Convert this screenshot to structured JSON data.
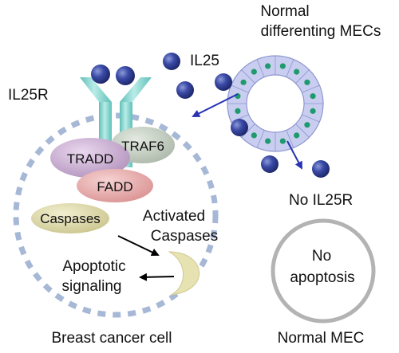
{
  "labels": {
    "normal_line1": "Normal",
    "normal_line2": "differenting MECs",
    "il25": "IL25",
    "il25r": "IL25R",
    "traf6": "TRAF6",
    "tradd": "TRADD",
    "fadd": "FADD",
    "caspases": "Caspases",
    "activated_line1": "Activated",
    "activated_line2": "Caspases",
    "apoptotic_line1": "Apoptotic",
    "apoptotic_line2": "signaling",
    "no_il25r": "No IL25R",
    "no_line1": "No",
    "no_line2": "apoptosis",
    "breast_cancer_cell": "Breast cancer cell",
    "normal_mec": "Normal MEC"
  },
  "colors": {
    "il25_ligand": "#2e3a8c",
    "receptor": "#7fd1cc",
    "cell_membrane_dashed": "#a6b8d6",
    "duct_ring": "#c9cef0",
    "duct_nucleus": "#1f9a6e",
    "traf6": "#c2cbbf",
    "tradd": "#c6a8cf",
    "fadd": "#e6a9a9",
    "caspases": "#ddd8a6",
    "activated_crescent": "#e6e2b2",
    "normal_mec_outline": "#b3b3b3",
    "arrows_blue": "#2833b3",
    "arrows_black": "#000000"
  }
}
